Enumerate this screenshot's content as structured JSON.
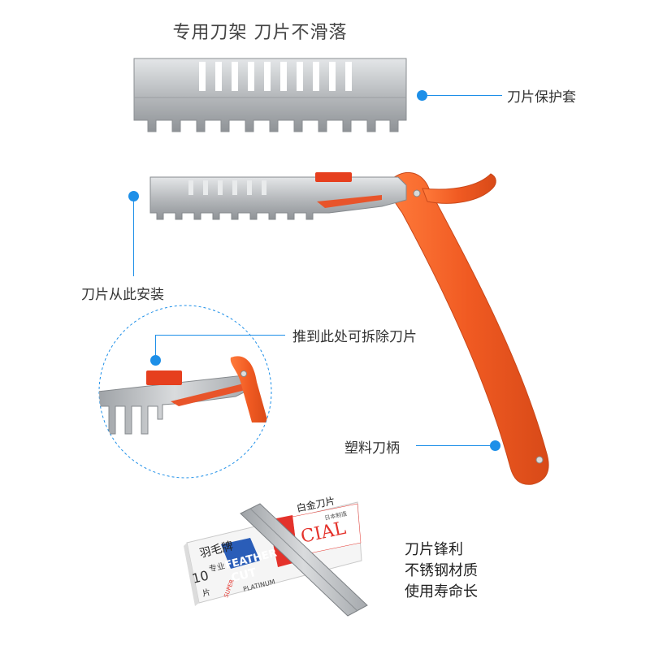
{
  "header": {
    "title": "专用刀架 刀片不滑落"
  },
  "callouts": {
    "blade_cover": "刀片保护套",
    "install": "刀片从此安装",
    "push": "推到此处可拆除刀片",
    "handle": "塑料刀柄"
  },
  "features": [
    "刀片锋利",
    "不锈钢材质",
    "使用寿命长"
  ],
  "package": {
    "brand_cn": "羽毛牌",
    "subtitle_cn": "专业",
    "feather": "FEATHER",
    "cut": "CUT",
    "platinum": "PLATINUM",
    "count": "10",
    "count_unit": "片",
    "special": "CIAL",
    "top_label": "白金刀片",
    "made_in": "日本制造",
    "super": "SUPER"
  },
  "colors": {
    "accent": "#1d8fe8",
    "handle": "#f05a22",
    "steel": "#b9bcc0"
  }
}
